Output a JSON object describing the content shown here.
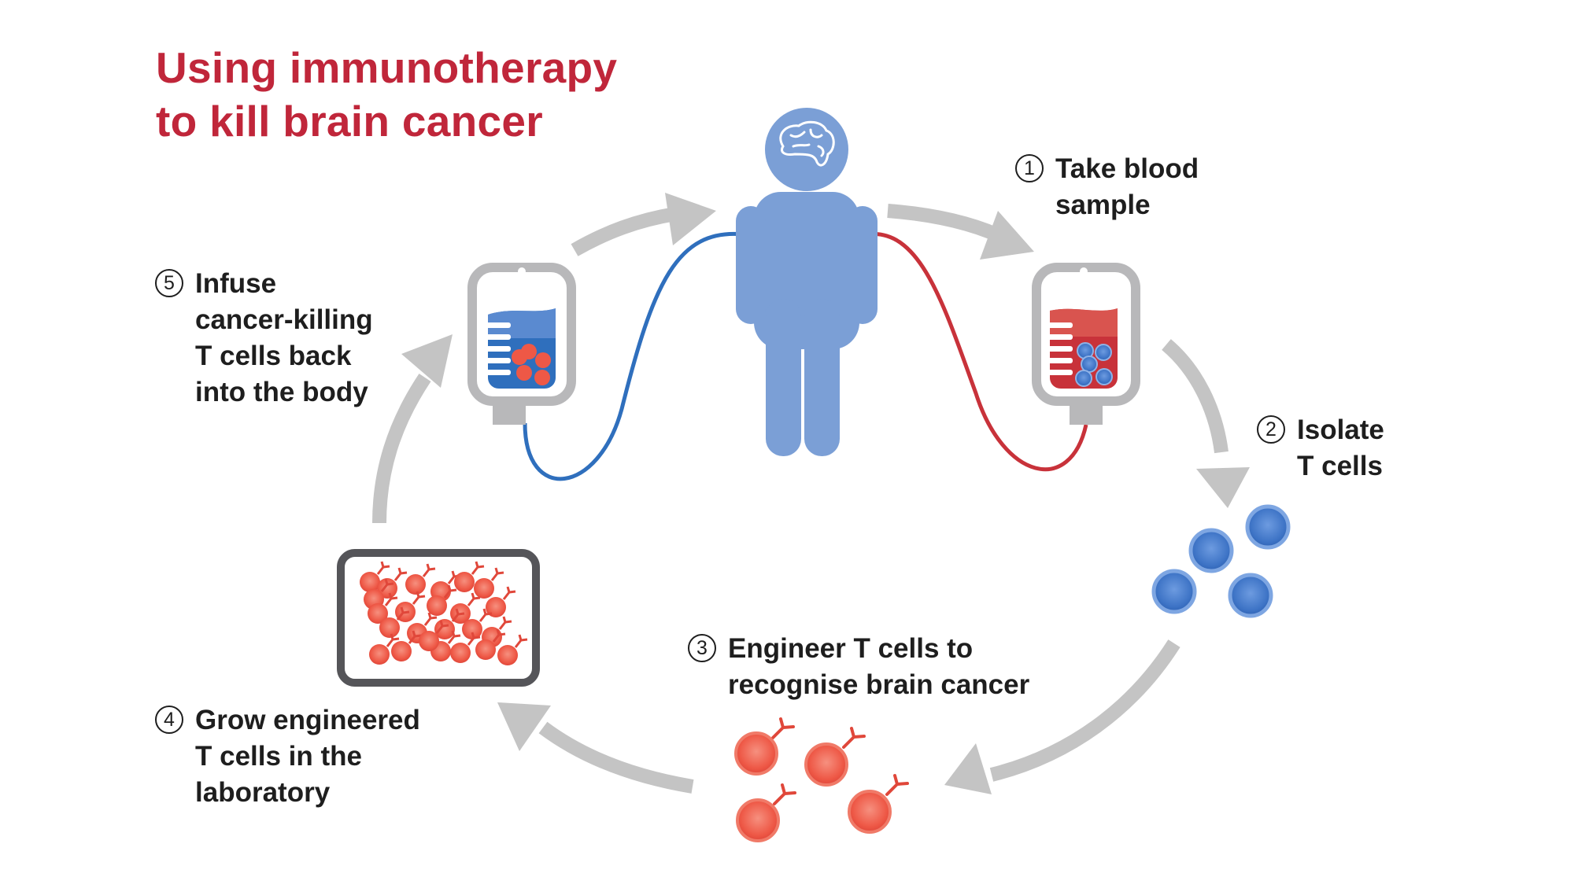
{
  "title": {
    "line1": "Using immunotherapy",
    "line2": "to kill brain cancer"
  },
  "steps": [
    {
      "num": "1",
      "lines": [
        "Take blood",
        "sample"
      ]
    },
    {
      "num": "2",
      "lines": [
        "Isolate",
        "T cells"
      ]
    },
    {
      "num": "3",
      "lines": [
        "Engineer T cells to",
        "recognise brain cancer"
      ]
    },
    {
      "num": "4",
      "lines": [
        "Grow engineered",
        "T cells in the",
        "laboratory"
      ]
    },
    {
      "num": "5",
      "lines": [
        "Infuse",
        "cancer-killing",
        "T cells back",
        "into the body"
      ]
    }
  ],
  "icons": {
    "person": "person-with-brain-icon",
    "bag_out": "blood-bag-red-icon",
    "bag_in": "infusion-bag-blue-icon",
    "isolated_cells": "t-cells-blue-icon",
    "engineered_cells": "engineered-t-cells-icon",
    "lab_dish": "lab-culture-dish-icon"
  },
  "colors": {
    "title": "#c0263a",
    "person": "#7b9fd6",
    "blood": "#c8323a",
    "infusion": "#2f6fbd",
    "arrow": "#c4c4c4",
    "tcell_blue": "#4d83d1",
    "tcell_red": "#ee5b4b",
    "dish": "#555559"
  }
}
